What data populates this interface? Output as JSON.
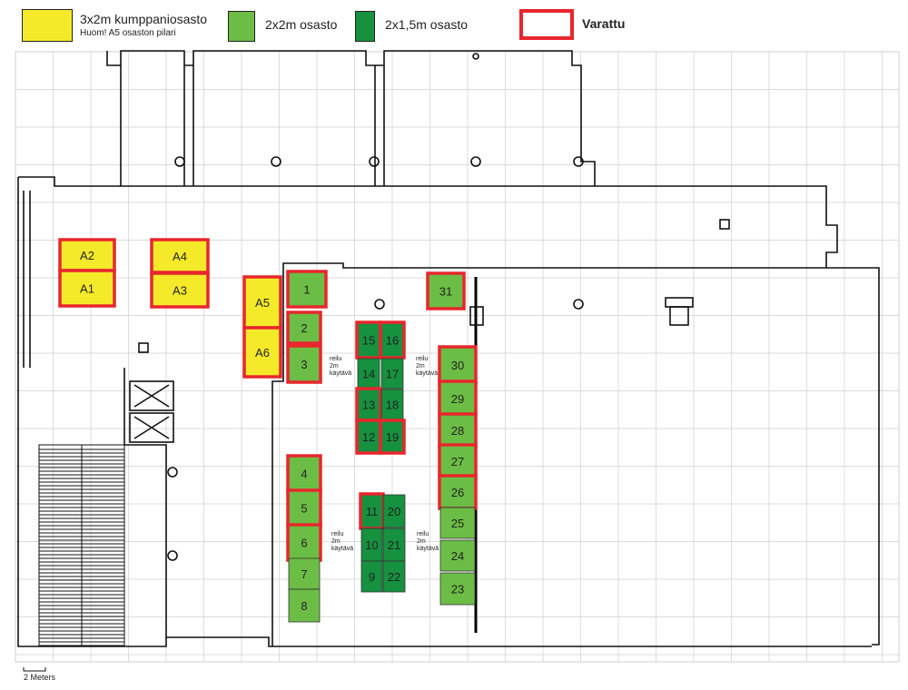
{
  "legend": {
    "partner": {
      "label": "3x2m kumppaniosasto",
      "note": "Huom! A5 osaston pilari",
      "color": "#f5ea2a"
    },
    "small": {
      "label": "2x2m osasto",
      "color": "#6cbd45"
    },
    "narrow": {
      "label": "2x1,5m osasto",
      "color": "#16913f"
    },
    "reserved": {
      "label": "Varattu",
      "color": "#e8262d"
    }
  },
  "scale": {
    "label": "2 Meters"
  },
  "aisle_text": "reilu\n2m\nkäytävä",
  "booths": [
    {
      "id": "A2",
      "kind": "partner",
      "reserved": true
    },
    {
      "id": "A1",
      "kind": "partner",
      "reserved": true
    },
    {
      "id": "A4",
      "kind": "partner",
      "reserved": true
    },
    {
      "id": "A3",
      "kind": "partner",
      "reserved": true
    },
    {
      "id": "A5",
      "kind": "partner",
      "reserved": true
    },
    {
      "id": "A6",
      "kind": "partner",
      "reserved": true
    },
    {
      "id": "1",
      "kind": "small",
      "reserved": true
    },
    {
      "id": "2",
      "kind": "small",
      "reserved": true
    },
    {
      "id": "3",
      "kind": "small",
      "reserved": true
    },
    {
      "id": "4",
      "kind": "small",
      "reserved": true
    },
    {
      "id": "5",
      "kind": "small",
      "reserved": true
    },
    {
      "id": "6",
      "kind": "small",
      "reserved": true
    },
    {
      "id": "7",
      "kind": "small",
      "reserved": false
    },
    {
      "id": "8",
      "kind": "small",
      "reserved": false
    },
    {
      "id": "15",
      "kind": "narrow",
      "reserved": true
    },
    {
      "id": "16",
      "kind": "narrow",
      "reserved": true
    },
    {
      "id": "14",
      "kind": "narrow",
      "reserved": false
    },
    {
      "id": "17",
      "kind": "narrow",
      "reserved": false
    },
    {
      "id": "13",
      "kind": "narrow",
      "reserved": true
    },
    {
      "id": "18",
      "kind": "narrow",
      "reserved": false
    },
    {
      "id": "12",
      "kind": "narrow",
      "reserved": true
    },
    {
      "id": "19",
      "kind": "narrow",
      "reserved": true
    },
    {
      "id": "11",
      "kind": "narrow",
      "reserved": true
    },
    {
      "id": "20",
      "kind": "narrow",
      "reserved": false
    },
    {
      "id": "10",
      "kind": "narrow",
      "reserved": false
    },
    {
      "id": "21",
      "kind": "narrow",
      "reserved": false
    },
    {
      "id": "9",
      "kind": "narrow",
      "reserved": false
    },
    {
      "id": "22",
      "kind": "narrow",
      "reserved": false
    },
    {
      "id": "31",
      "kind": "small",
      "reserved": true
    },
    {
      "id": "30",
      "kind": "small",
      "reserved": true
    },
    {
      "id": "29",
      "kind": "small",
      "reserved": true
    },
    {
      "id": "28",
      "kind": "small",
      "reserved": true
    },
    {
      "id": "27",
      "kind": "small",
      "reserved": true
    },
    {
      "id": "26",
      "kind": "small",
      "reserved": true
    },
    {
      "id": "25",
      "kind": "small",
      "reserved": false
    },
    {
      "id": "24",
      "kind": "small",
      "reserved": false
    },
    {
      "id": "23",
      "kind": "small",
      "reserved": false
    }
  ]
}
